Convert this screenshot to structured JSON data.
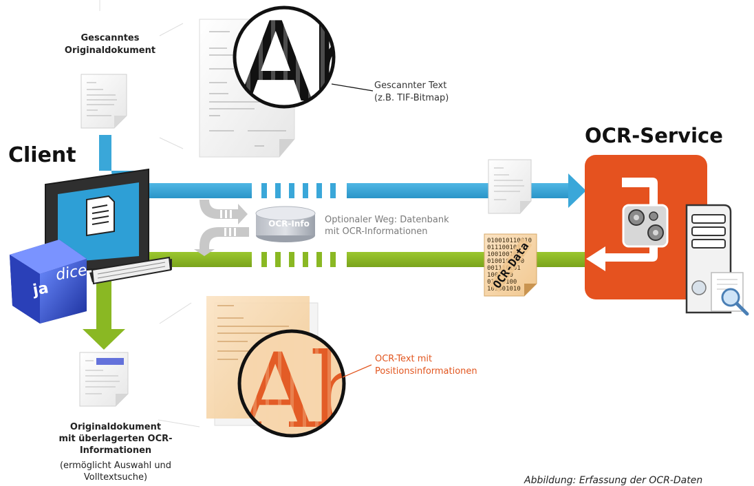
{
  "labels": {
    "client": "Client",
    "ocr_service": "OCR-Service",
    "scanned_doc_title": [
      "Gescanntes",
      "Originaldokument"
    ],
    "scanned_text_label": [
      "Gescannter Text",
      "(z.B. TIF-Bitmap)"
    ],
    "optional_path_label": [
      "Optionaler Weg: Datenbank",
      "mit OCR-Informationen"
    ],
    "db_label": "OCR-Info",
    "ocr_text_label": [
      "OCR-Text mit",
      "Positionsinformationen"
    ],
    "original_doc_title": [
      "Originaldokument",
      "mit überlagerten OCR-",
      "Informationen"
    ],
    "original_doc_sub": [
      "(ermöglicht Auswahl und",
      "Volltextsuche)"
    ],
    "ocr_data_stamp": "OCR-Data",
    "binary_lines": [
      "010010110010",
      "011100101",
      "1001001001",
      "0100101000",
      "001110101",
      "1001010",
      "01010100",
      "101001010"
    ],
    "logo": [
      "ja",
      "dice"
    ],
    "magnified_scan_glyphs": "Ab",
    "magnified_ocr_glyphs": "Ab",
    "caption": "Abbildung: Erfassung der OCR-Daten"
  },
  "colors": {
    "blue_flow": "#3aa7d9",
    "green_flow": "#8ab823",
    "grey_flow": "#c4c4c4",
    "ocr_service_box": "#e5521f",
    "ocr_text": "#e2561f",
    "doc_paper": "#f3f3f3"
  },
  "icons": [
    "monitor-icon",
    "keyboard-icon",
    "document-icon",
    "database-icon",
    "gears-icon",
    "server-icon",
    "magnifier-icon",
    "jadice-logo-icon"
  ]
}
